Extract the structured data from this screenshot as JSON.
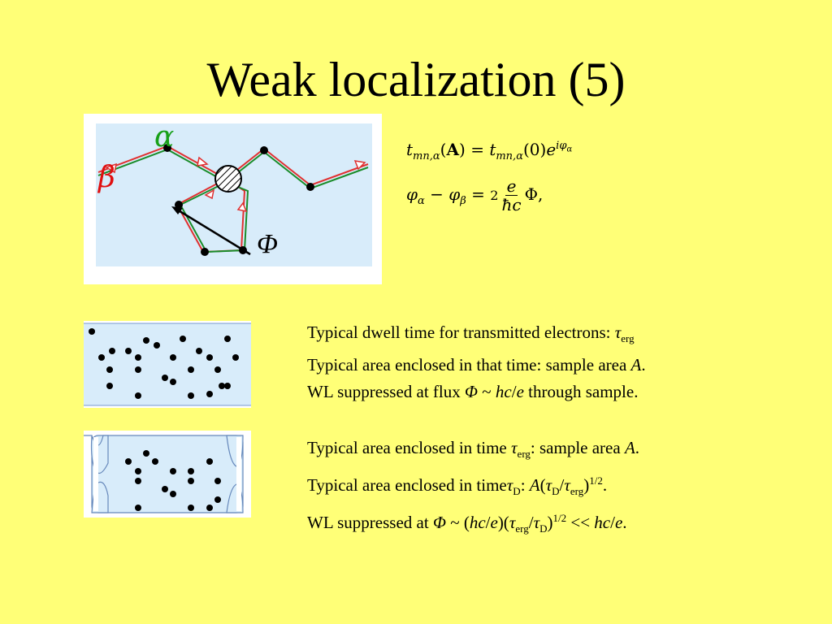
{
  "slide": {
    "title": "Weak localization (5)",
    "colors": {
      "background": "#ffff77",
      "panel": "#d8ecfa",
      "path_red": "#e03030",
      "path_green": "#1a8c2a",
      "alpha_label": "#18a018",
      "beta_label": "#e01010"
    }
  },
  "figure": {
    "alpha_label": "α",
    "beta_label": "β",
    "phi_label": "Φ"
  },
  "equations": {
    "eq1": {
      "t": "t",
      "sub1": "mn,α",
      "A": "A",
      "eq": "=",
      "zero": "(0)",
      "e": "e",
      "sup": "iφ",
      "supsub": "α"
    },
    "eq2": {
      "lhs": "φ",
      "sub_a": "α",
      "minus": "−",
      "sub_b": "β",
      "eq": "=",
      "two": "2",
      "num": "e",
      "den": "ħc",
      "Phi": "Φ,"
    }
  },
  "paragraph1": {
    "line1_a": "Typical dwell time for transmitted electrons: ",
    "tau": "τ",
    "erg": "erg",
    "line2_a": "Typical area enclosed in that time: sample area ",
    "A": "A",
    "dot": ".",
    "line3_a": "WL suppressed at flux ",
    "Phi": "Φ",
    "line3_b": " ~ ",
    "hce": "hc",
    "slash": "/",
    "e": "e",
    "line3_c": " through sample."
  },
  "paragraph2": {
    "line1_a": "Typical area enclosed in time ",
    "line1_b": ": sample area ",
    "line2_a": "Typical area enclosed in time",
    "D": "D",
    "line2_b": ": ",
    "half": "1/2",
    "line3_a": "WL suppressed at ",
    "line3_c": " << "
  }
}
